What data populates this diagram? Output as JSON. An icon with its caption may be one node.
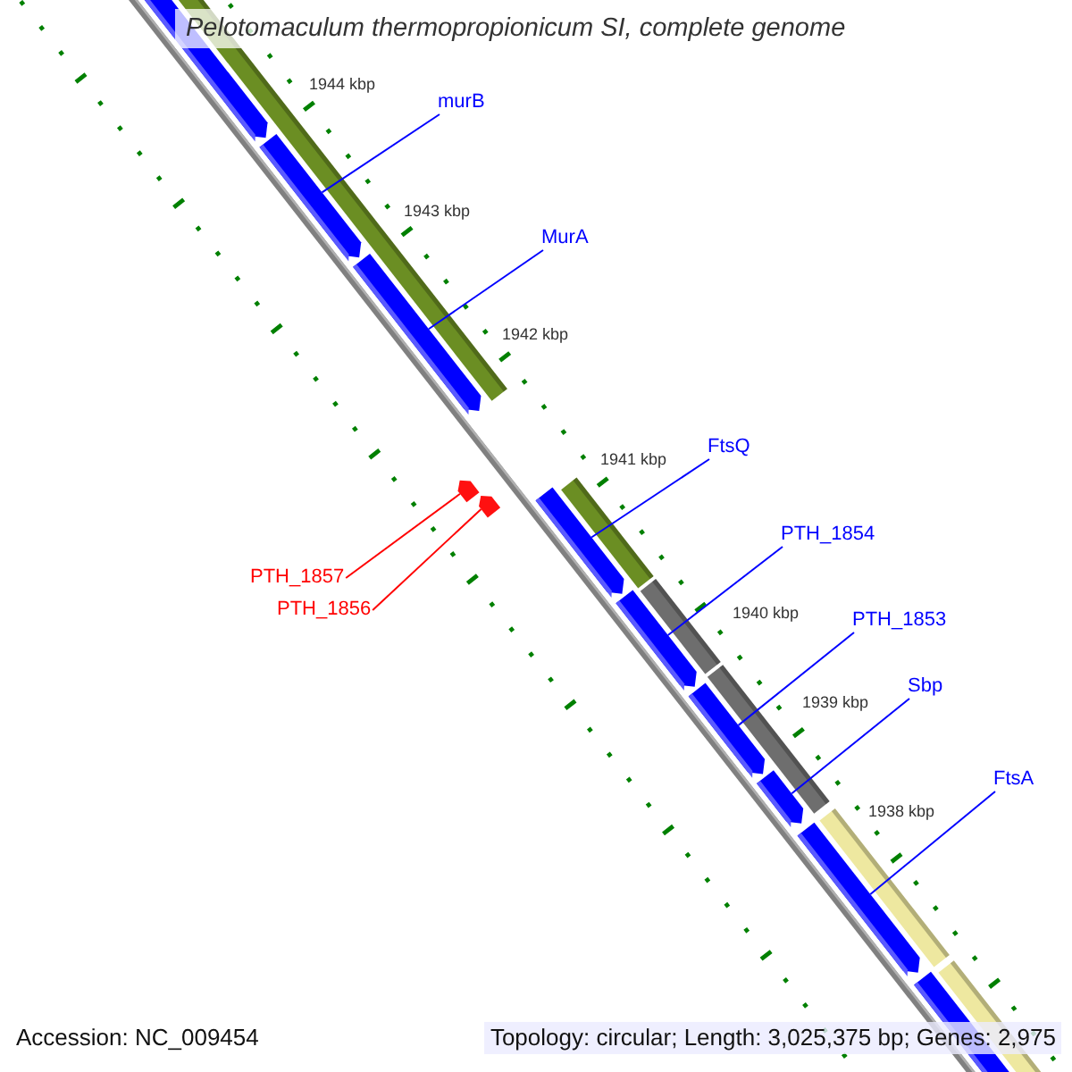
{
  "diagram": {
    "title": "Pelotomaculum thermopropionicum SI, complete genome",
    "nodes": [
      {
        "text": [
          "murB"
        ]
      },
      {
        "text": [
          "MurA"
        ]
      },
      {
        "text": [
          "FtsQ"
        ]
      },
      {
        "text": [
          "PTH_1854"
        ]
      },
      {
        "text": [
          "PTH_1853"
        ]
      },
      {
        "text": [
          "Sbp"
        ]
      },
      {
        "text": [
          "FtsA"
        ]
      },
      {
        "text": [
          "PTH_1857"
        ]
      },
      {
        "text": [
          "PTH_1856"
        ]
      },
      {
        "text": [],
        "shape": "bar"
      },
      {
        "text": [],
        "shape": "bar"
      },
      {
        "text": [],
        "shape": "bar"
      },
      {
        "text": [],
        "shape": "bar"
      },
      {
        "text": [],
        "shape": "bar"
      },
      {
        "text": [],
        "shape": "bar"
      },
      {
        "text": [],
        "shape": "bar"
      },
      {
        "text": [],
        "shape": "bar"
      },
      {
        "text": [],
        "shape": "bar"
      }
    ],
    "edges": [
      {
        "from": 0,
        "to": 9,
        "arrow": "none"
      },
      {
        "from": 1,
        "to": 10,
        "arrow": "none"
      },
      {
        "from": 2,
        "to": 13,
        "arrow": "none"
      },
      {
        "from": 3,
        "to": 14,
        "arrow": "none"
      },
      {
        "from": 4,
        "to": 15,
        "arrow": "none"
      },
      {
        "from": 5,
        "to": 16,
        "arrow": "none"
      },
      {
        "from": 6,
        "to": 17,
        "arrow": "none"
      },
      {
        "from": 7,
        "to": 11,
        "arrow": "none",
        "color": "#ff0000"
      },
      {
        "from": 8,
        "to": 12,
        "arrow": "none",
        "color": "#ff0000"
      }
    ],
    "labels": [
      "1944 kbp",
      "1943 kbp",
      "1942 kbp",
      "1941 kbp",
      "1940 kbp",
      "1939 kbp",
      "1938 kbp",
      "Accession: NC_009454",
      "Topology: circular; Length: 3,025,375 bp; Genes: 2,975"
    ]
  }
}
